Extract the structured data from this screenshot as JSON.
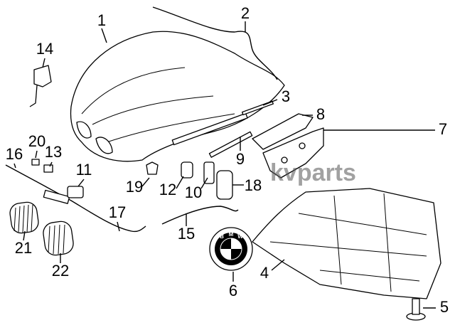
{
  "diagram": {
    "callouts": [
      "1",
      "2",
      "3",
      "4",
      "5",
      "6",
      "7",
      "8",
      "9",
      "10",
      "11",
      "12",
      "13",
      "14",
      "15",
      "16",
      "17",
      "18",
      "19",
      "20",
      "21",
      "22"
    ],
    "watermark": "kvparts",
    "emblem_letters": [
      "B",
      "M",
      "W"
    ]
  }
}
